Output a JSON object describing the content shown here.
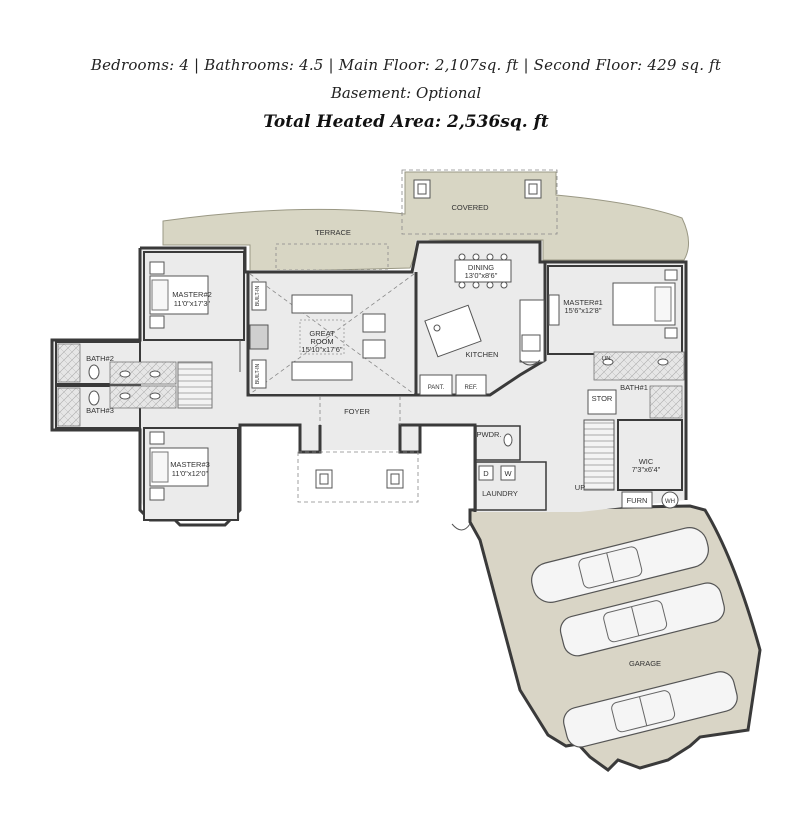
{
  "header": {
    "specs_line": "Bedrooms: 4 | Bathrooms: 4.5 | Main Floor: 2,107sq. ft | Second Floor: 429 sq. ft",
    "basement_line": "Basement: Optional",
    "total_line": "Total Heated Area: 2,536sq. ft"
  },
  "rooms": {
    "covered": "COVERED",
    "terrace": "TERRACE",
    "dining": "DINING",
    "dining_size": "13'0\"x8'6\"",
    "master1": "MASTER#1",
    "master1_size": "15'6\"x12'8\"",
    "master2": "MASTER#2",
    "master2_size": "11'0\"x17'3\"",
    "master3": "MASTER#3",
    "master3_size": "11'0\"x12'0\"",
    "great_room": "GREAT",
    "great_room2": "ROOM",
    "great_room_size": "15'10\"x17'6\"",
    "kitchen": "KITCHEN",
    "bath1": "BATH#1",
    "bath2": "BATH#2",
    "bath3": "BATH#3",
    "foyer": "FOYER",
    "pantry": "PANT.",
    "ref": "REF.",
    "stor": "STOR",
    "lin": "LIN",
    "pwdr": "PWDR.",
    "wic": "WIC",
    "wic_size": "7'3\"x6'4\"",
    "laundry": "LAUNDRY",
    "d": "D",
    "w": "W",
    "up": "UP",
    "furn": "FURN",
    "wh": "WH",
    "garage": "GARAGE",
    "built_in": "BUILT-IN"
  },
  "colors": {
    "terrace_fill": "#d8d6c4",
    "garage_fill": "#d9d5c6",
    "floor_fill": "#ebebeb",
    "wall": "#3a3a3a"
  }
}
